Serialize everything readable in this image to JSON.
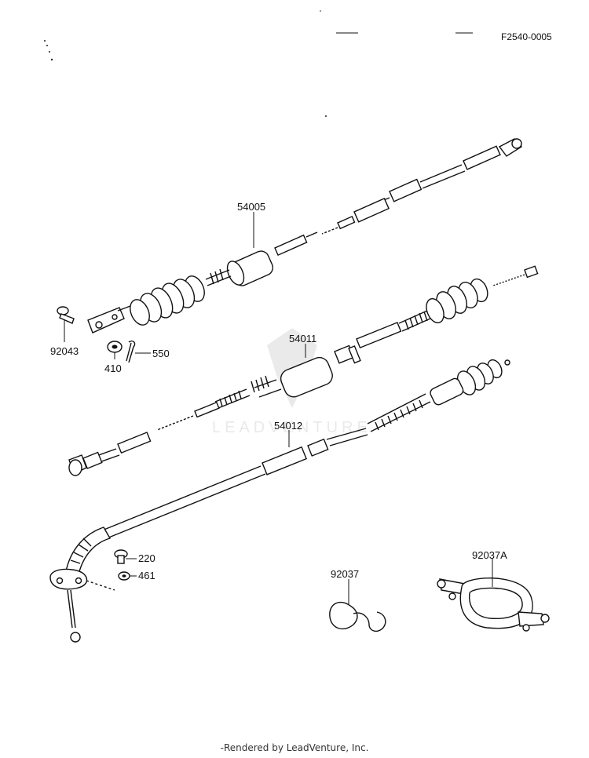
{
  "diagram": {
    "figure_code": "F2540-0005",
    "watermark": "LEADVENTURE",
    "parts": [
      {
        "id": "cable-54005",
        "label": "54005"
      },
      {
        "id": "cable-54011",
        "label": "54011"
      },
      {
        "id": "cable-54012",
        "label": "54012"
      },
      {
        "id": "pin-92043",
        "label": "92043"
      },
      {
        "id": "washer-410",
        "label": "410"
      },
      {
        "id": "cotter-pin-550",
        "label": "550"
      },
      {
        "id": "screw-220",
        "label": "220"
      },
      {
        "id": "washer-461",
        "label": "461"
      },
      {
        "id": "clip-92037",
        "label": "92037"
      },
      {
        "id": "clamp-92037a",
        "label": "92037A"
      }
    ]
  },
  "footer": {
    "text": "-Rendered by LeadVenture, Inc."
  }
}
